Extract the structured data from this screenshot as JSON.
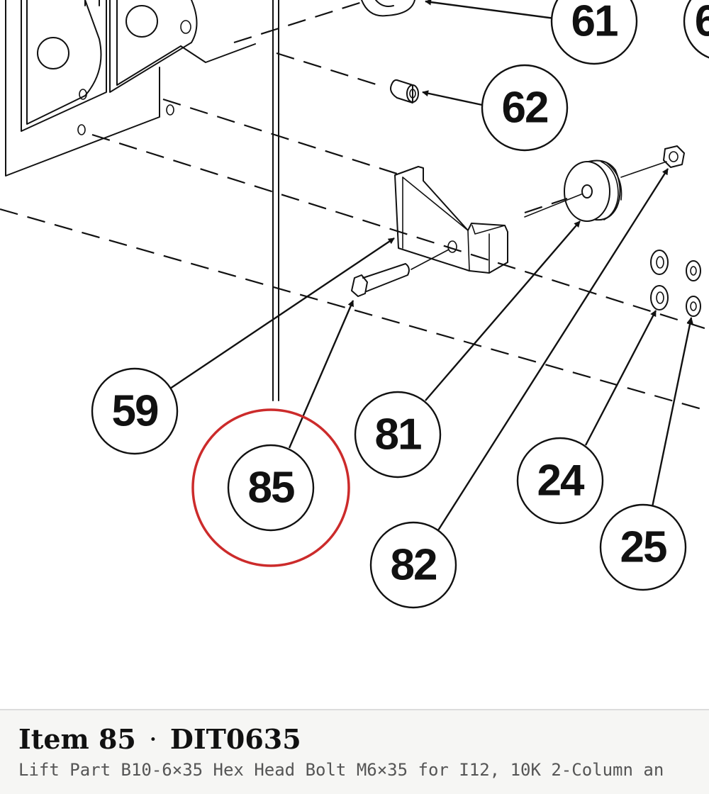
{
  "diagram": {
    "type": "exploded parts diagram",
    "highlighted_item": "85",
    "highlight_color": "#cc2b2b",
    "callouts": [
      {
        "id": "c61",
        "label": "61"
      },
      {
        "id": "c62",
        "label": "62"
      },
      {
        "id": "c59",
        "label": "59"
      },
      {
        "id": "c85",
        "label": "85"
      },
      {
        "id": "c81",
        "label": "81"
      },
      {
        "id": "c82",
        "label": "82"
      },
      {
        "id": "c24",
        "label": "24"
      },
      {
        "id": "c25",
        "label": "25"
      }
    ]
  },
  "caption": {
    "item_label": "Item 85",
    "separator": "·",
    "part_number": "DIT0635",
    "description": "Lift Part B10-6×35 Hex Head Bolt M6×35 for I12, 10K 2-Column an"
  }
}
